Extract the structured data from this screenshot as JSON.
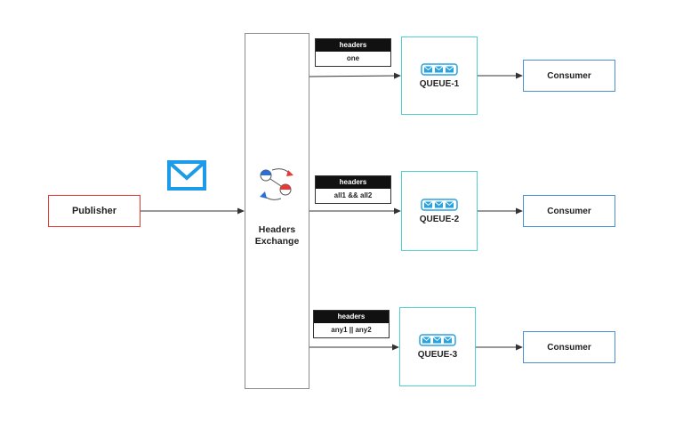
{
  "publisher": {
    "label": "Publisher"
  },
  "exchange": {
    "label_line1": "Headers",
    "label_line2": "Exchange"
  },
  "bindings": [
    {
      "header_title": "headers",
      "header_value": "one",
      "queue": "QUEUE-1",
      "consumer": "Consumer"
    },
    {
      "header_title": "headers",
      "header_value": "all1 && all2",
      "queue": "QUEUE-2",
      "consumer": "Consumer"
    },
    {
      "header_title": "headers",
      "header_value": "any1 || any2",
      "queue": "QUEUE-3",
      "consumer": "Consumer"
    }
  ],
  "colors": {
    "publisher_border": "#e53935",
    "queue_border": "#4fd0cf",
    "consumer_border": "#4a90d9",
    "mail_icon": "#1e9be8",
    "arrow": "#333333"
  },
  "icons": {
    "message": "envelope-icon",
    "exchange": "exchange-swap-icon",
    "queue": "queue-messages-icon"
  }
}
